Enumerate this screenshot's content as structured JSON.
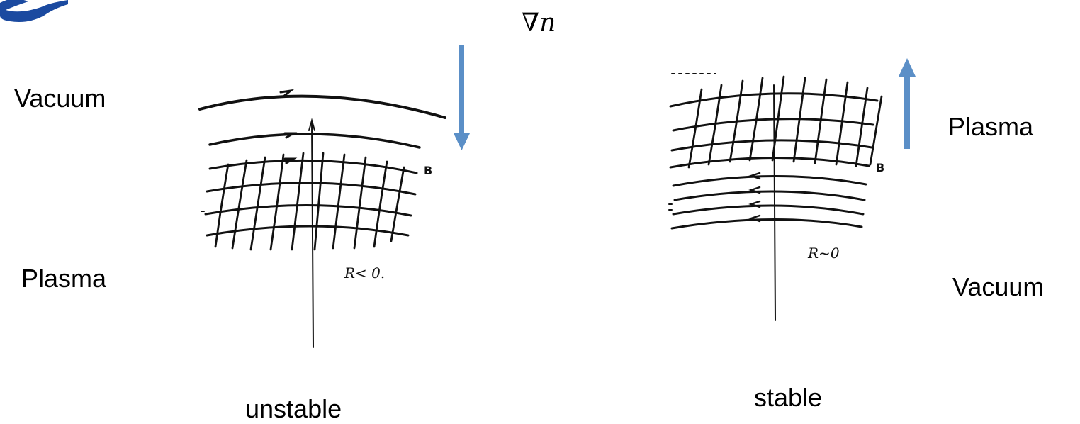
{
  "gradient_label": "∇n",
  "left_panel": {
    "top_region": "Vacuum",
    "bottom_region": "Plasma",
    "field_label": "B",
    "curvature_label": "R< 0.",
    "caption": "unstable",
    "arrow_direction": "down",
    "arrow_color": "#5b8fc7"
  },
  "right_panel": {
    "top_region": "Plasma",
    "bottom_region": "Vacuum",
    "field_label": "B",
    "curvature_label": "R~0",
    "caption": "stable",
    "arrow_direction": "up",
    "arrow_color": "#5b8fc7"
  },
  "logo_color": "#1b4aa0"
}
